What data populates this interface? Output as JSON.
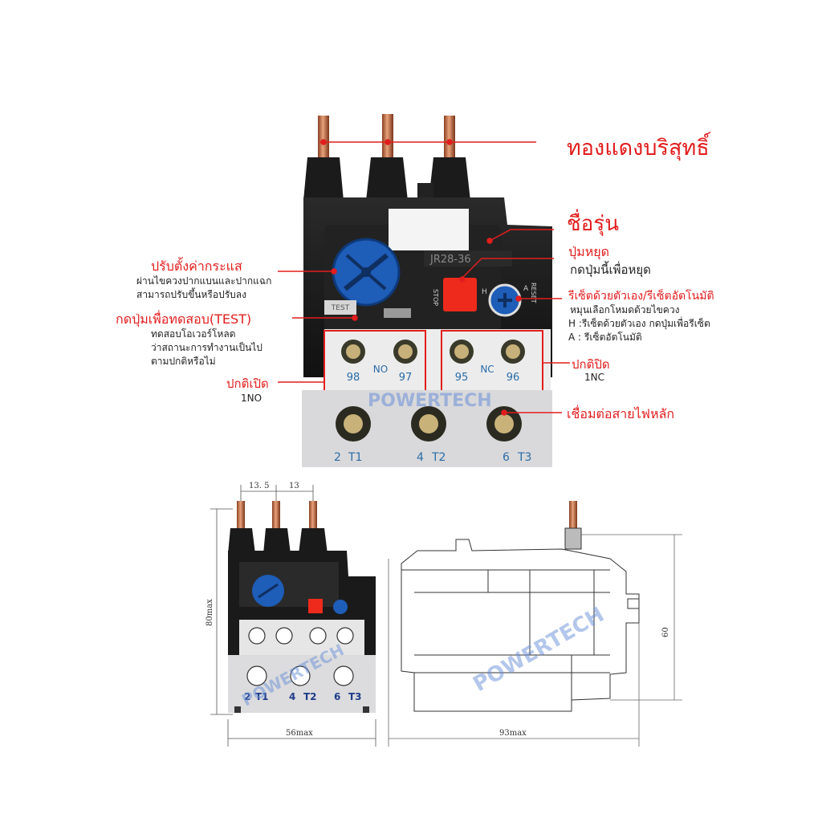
{
  "callouts": {
    "copper": {
      "title": "ทองแดงบริสุทธิ์"
    },
    "model": {
      "title": "ชื่อรุ่น"
    },
    "stop": {
      "title": "ปุ่มหยุด",
      "desc": "กดปุ่มนี้เพื่อหยุด"
    },
    "current": {
      "title": "ปรับตั้งค่ากระแส",
      "desc": [
        "ผ่านไขควงปากแบนและปากแฉก",
        "สามารถปรับขึ้นหรือปรับลง"
      ]
    },
    "reset": {
      "title": "รีเซ็ตด้วยตัวเอง/รีเซ็ตอัตโนมัติ",
      "desc": [
        "หมุนเลือกโหมดด้วยไขควง",
        "H :รีเซ็ตด้วยตัวเอง กดปุ่มเพื่อรีเซ็ต",
        "A : รีเซ็ตอัตโนมัติ"
      ]
    },
    "test": {
      "title": "กดปุ่มเพื่อทดสอบ(TEST)",
      "desc": [
        "ทดสอบโอเวอร์โหลด",
        "ว่าสถานะการทำงานเป็นไป",
        "ตามปกติหรือไม่"
      ]
    },
    "nc": {
      "title": "ปกติปิด",
      "desc": "1NC"
    },
    "no": {
      "title": "ปกติเปิด",
      "desc": "1NO"
    },
    "main": {
      "title": "เชื่อมต่อสายไฟหลัก"
    }
  },
  "device": {
    "model_plate": "JR28-36",
    "test_label": "TEST",
    "stop_label": "STOP",
    "reset_label": "RESET",
    "h_label": "H",
    "a_label": "A",
    "no_contact": {
      "left": "98",
      "mid": "NO",
      "right": "97"
    },
    "nc_contact": {
      "left": "95",
      "mid": "NC",
      "right": "96"
    },
    "terminals": [
      {
        "num": "2",
        "name": "T1"
      },
      {
        "num": "4",
        "name": "T2"
      },
      {
        "num": "6",
        "name": "T3"
      }
    ],
    "watermark": "POWERTECH"
  },
  "drawing": {
    "dim_pitch_1": "13. 5",
    "dim_pitch_2": "13",
    "dim_height": "80max",
    "dim_width": "56max",
    "dim_depth": "93max",
    "dim_side_height": "60",
    "terminals": [
      {
        "num": "2",
        "name": "T1"
      },
      {
        "num": "4",
        "name": "T2"
      },
      {
        "num": "6",
        "name": "T3"
      }
    ],
    "watermark": "POWERTECH"
  },
  "colors": {
    "callout_red": "#e21d1d",
    "dial_blue": "#1e5db8",
    "stop_red": "#ee2a1c",
    "copper": "#c9724a",
    "body_black": "#1a1a1a"
  }
}
